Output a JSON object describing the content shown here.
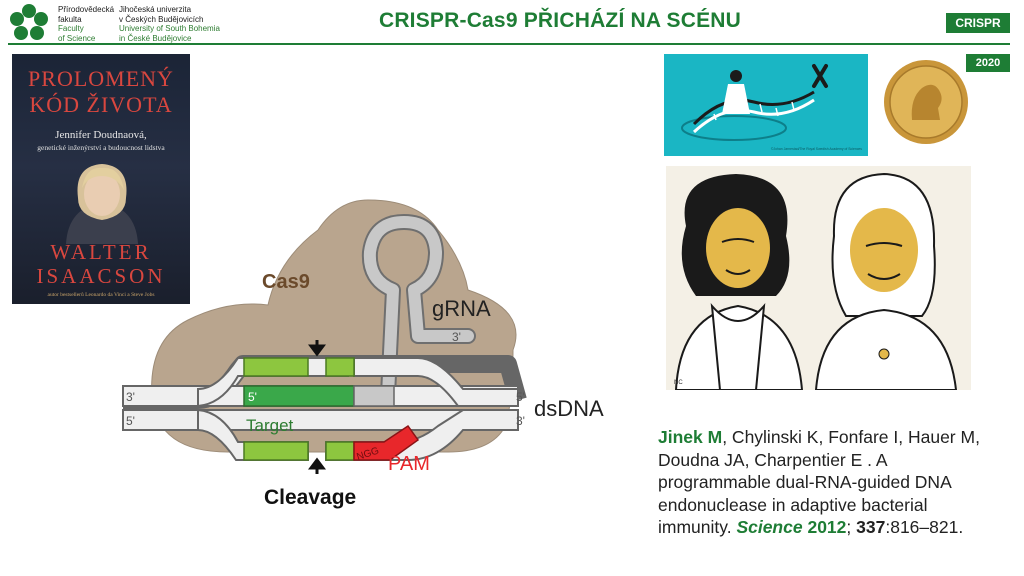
{
  "header": {
    "faculty_cz_1": "Přírodovědecká",
    "faculty_cz_2": "fakulta",
    "faculty_en_1": "Faculty",
    "faculty_en_2": "of Science",
    "uni_cz_1": "Jihočeská univerzita",
    "uni_cz_2": "v Českých Budějovicích",
    "uni_en_1": "University of South Bohemia",
    "uni_en_2": "in České Budějovice",
    "title": "CRISPR-Cas9 PŘICHÁZÍ NA SCÉNU",
    "topic_tag": "CRISPR",
    "year_tag": "2020"
  },
  "book": {
    "title_1": "PROLOMENÝ",
    "title_2": "KÓD ŽIVOTA",
    "subject": "Jennifer Doudnaová,",
    "subtitle": "genetické inženýrství a budoucnost lidstva",
    "author_1": "WALTER",
    "author_2": "ISAACSON",
    "tagline": "autor bestsellerů Leonardo da Vinci a Steve Jobs"
  },
  "nobel": {
    "credit": "©Johan Jarnestad/The Royal Swedish Academy of Sciences",
    "portrait_mark": "NC"
  },
  "diagram": {
    "protein_label": "Cas9",
    "grna_label": "gRNA",
    "grna_end": "3'",
    "strand_top_left": "3'",
    "strand_top_right": "5'",
    "strand_bottom_left": "5'",
    "strand_bottom_right": "3'",
    "guide_end": "5'",
    "dsdna_label": "dsDNA",
    "target_label": "Target",
    "ngg_label": "NGG",
    "pam_label": "PAM",
    "cleavage_label": "Cleavage"
  },
  "citation": {
    "author_first": "Jinek M",
    "authors_rest": ", Chylinski K, Fonfare I, Hauer M, Doudna JA, Charpentier E . A programmable dual-RNA-guided DNA endonuclease in adaptive bacterial immunity. ",
    "journal": "Science",
    "year": "2012",
    "sep": "; ",
    "volume": "337",
    "pages": ":816–821."
  },
  "colors": {
    "brand_green": "#1e7d35",
    "target_green": "#8dc63f",
    "guide_green": "#3aa84a",
    "pam_red": "#e8272b",
    "protein_tan": "#b9a58e"
  }
}
